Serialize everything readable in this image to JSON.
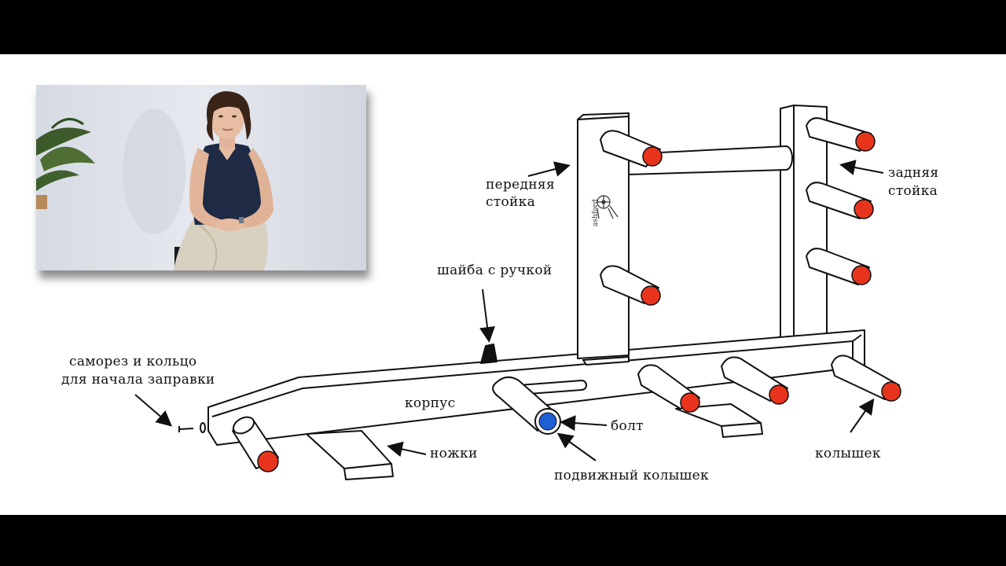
{
  "labels": {
    "front_post_1": "передняя",
    "front_post_2": "стойка",
    "back_post_1": "задняя",
    "back_post_2": "стойка",
    "washer_handle": "шайба с ручкой",
    "screw_1": "саморез и кольцо",
    "screw_2": "для начала заправки",
    "body": "корпус",
    "bolt": "болт",
    "legs": "ножки",
    "movable_peg": "подвижный колышек",
    "peg": "колышек",
    "brand": "ashford"
  },
  "colors": {
    "peg_cap": "#e8341c",
    "bolt_cap": "#1f5fd6",
    "wall": "#dfe3ea",
    "top_dress": "#1f2a44",
    "trousers": "#d9d1c0"
  },
  "icons": {
    "brand_logo": "spinning-wheel-logo"
  }
}
